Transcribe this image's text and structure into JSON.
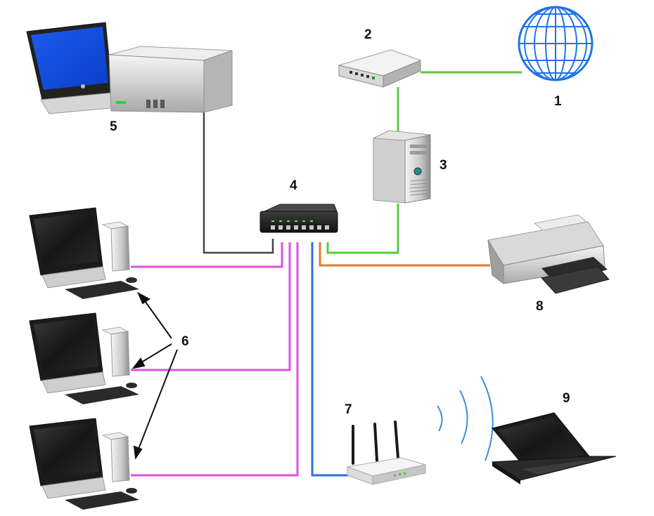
{
  "labels": {
    "internet": "1",
    "modem": "2",
    "server": "3",
    "switch": "4",
    "file_server": "5",
    "workstations": "6",
    "wireless_router": "7",
    "printer": "8",
    "laptop": "9"
  },
  "colors": {
    "wan_link": "#5cc93f",
    "workstation_link": "#e04fe0",
    "wifi_link": "#2b6fe0",
    "printer_link": "#e07a2c",
    "server_link": "#444444",
    "globe": "#1f73e6",
    "wifi_waves": "#3a8fd6"
  },
  "icons": [
    "globe-icon",
    "modem-icon",
    "server-tower-icon",
    "network-switch-icon",
    "file-server-icon",
    "desktop-computer-icon",
    "wireless-router-icon",
    "printer-icon",
    "laptop-icon",
    "wifi-waves-icon"
  ]
}
